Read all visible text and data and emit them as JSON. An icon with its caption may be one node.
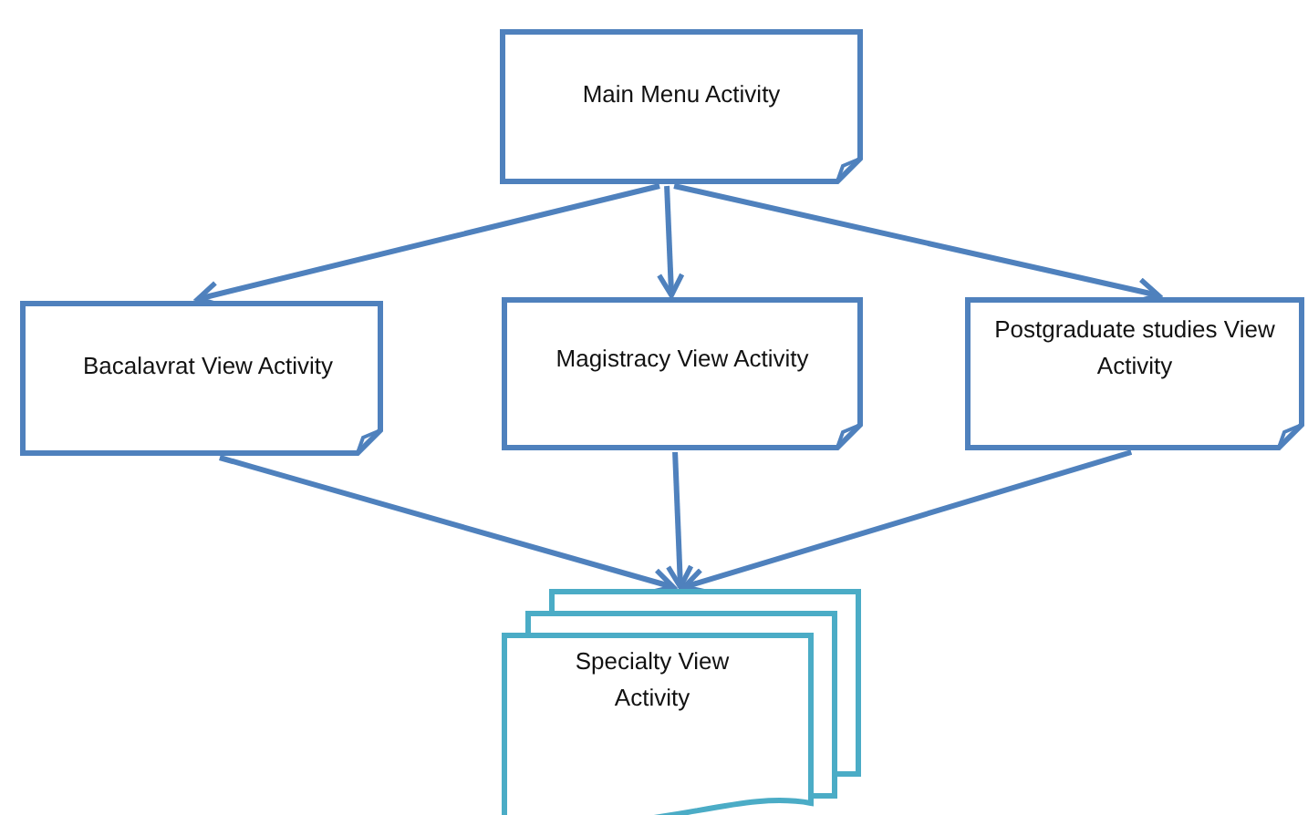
{
  "diagram": {
    "nodes": [
      {
        "text": [
          "Main Menu Activity"
        ]
      },
      {
        "text": [
          "Bacalavrat View Activity"
        ]
      },
      {
        "text": [
          "Magistracy View Activity"
        ]
      },
      {
        "text": [
          "Postgraduate studies View Activity"
        ]
      },
      {
        "text": [
          "Specialty View Activity"
        ]
      }
    ],
    "edges": [
      {
        "from": 0,
        "to": 1,
        "arrow": "to"
      },
      {
        "from": 0,
        "to": 2,
        "arrow": "to"
      },
      {
        "from": 0,
        "to": 3,
        "arrow": "to"
      },
      {
        "from": 1,
        "to": 4,
        "arrow": "to"
      },
      {
        "from": 2,
        "to": 4,
        "arrow": "to"
      },
      {
        "from": 3,
        "to": 4,
        "arrow": "to"
      }
    ]
  }
}
